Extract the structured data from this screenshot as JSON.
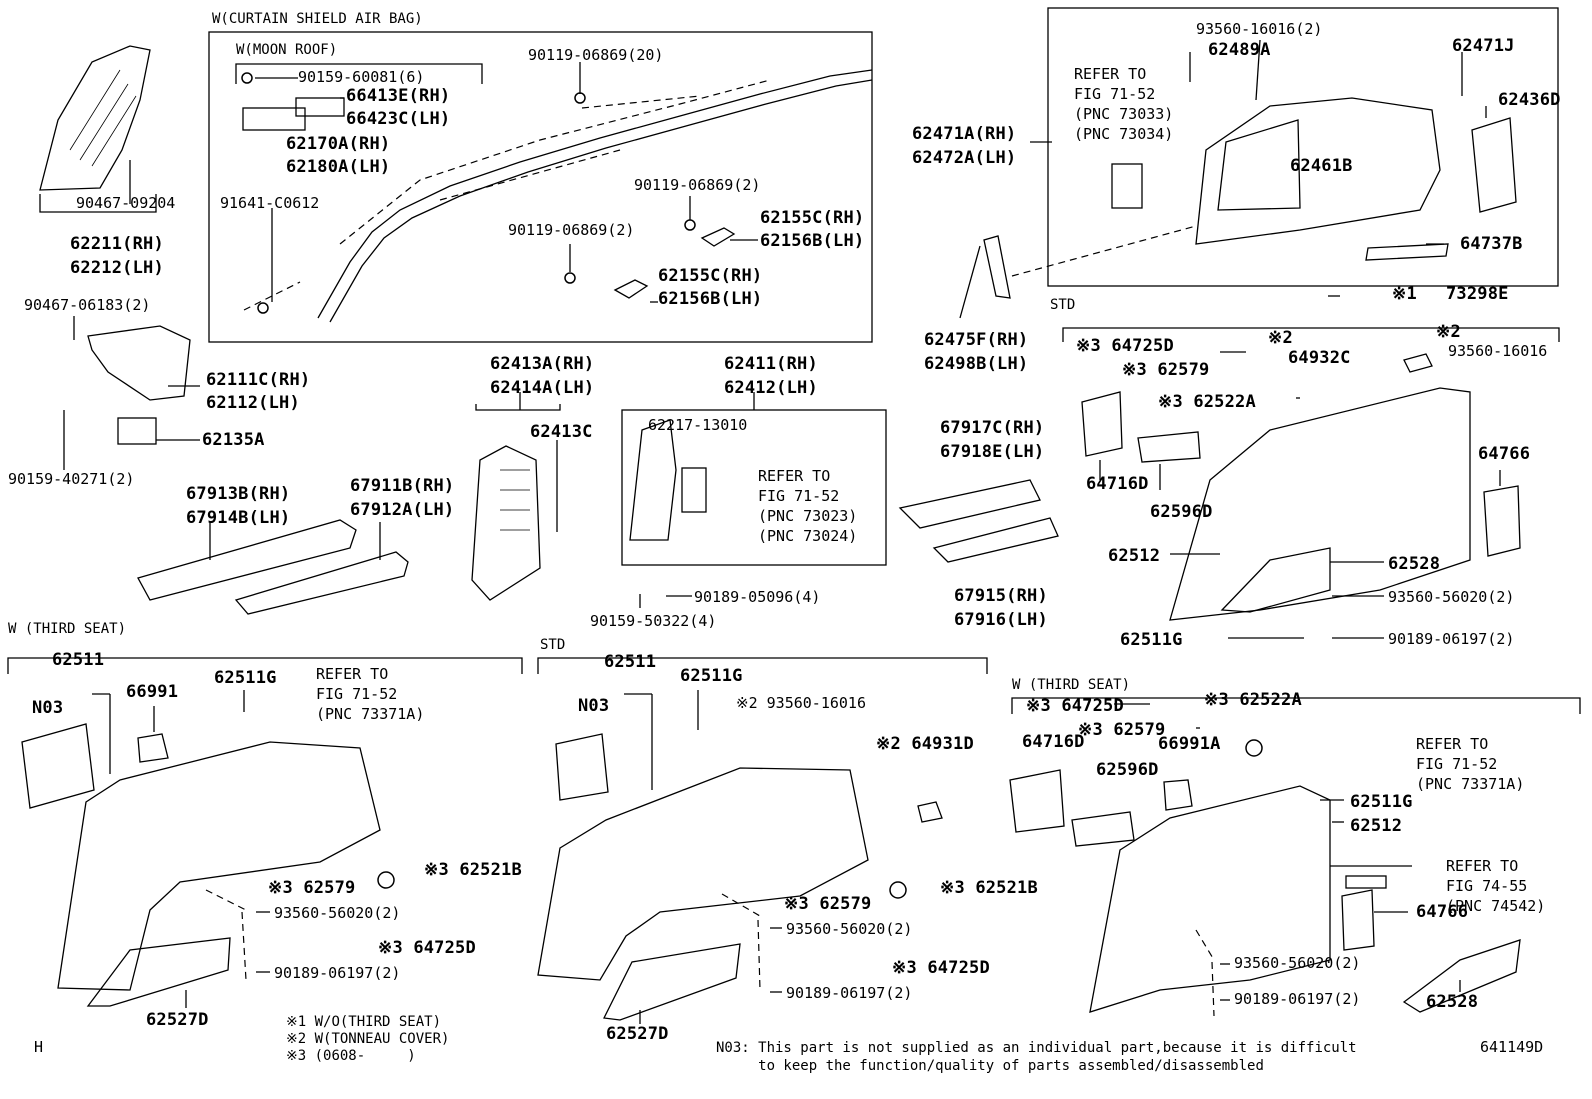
{
  "diagram": {
    "illustration_id": "641149D",
    "corner_mark": "H",
    "sections": {
      "curtain_airbag": "W(CURTAIN SHIELD AIR BAG)",
      "moon_roof": "W(MOON ROOF)",
      "std_top": "STD",
      "third_seat_left": "W (THIRD SEAT)",
      "std_bottom": "STD",
      "third_seat_right": "W (THIRD SEAT)"
    },
    "parts": {
      "p90159_60081": "90159-60081(6)",
      "p66413E": "66413E(RH)",
      "p66423C": "66423C(LH)",
      "p62170A": "62170A(RH)",
      "p62180A": "62180A(LH)",
      "p91641": "91641-C0612",
      "p90119_a": "90119-06869(20)",
      "p90119_b": "90119-06869(2)",
      "p90119_c": "90119-06869(2)",
      "p62155C_a": "62155C(RH)",
      "p62156B_a": "62156B(LH)",
      "p62155C_b": "62155C(RH)",
      "p62156B_b": "62156B(LH)",
      "p90467_09204": "90467-09204",
      "p62211": "62211(RH)",
      "p62212": "62212(LH)",
      "p90467_06183": "90467-06183(2)",
      "p62111C": "62111C(RH)",
      "p62112": "62112(LH)",
      "p62135A": "62135A",
      "p90159_40271": "90159-40271(2)",
      "p67913B": "67913B(RH)",
      "p67914B": "67914B(LH)",
      "p67911B": "67911B(RH)",
      "p67912A": "67912A(LH)",
      "p62413A": "62413A(RH)",
      "p62414A": "62414A(LH)",
      "p62413C": "62413C",
      "p62411": "62411(RH)",
      "p62412": "62412(LH)",
      "p62217": "62217-13010",
      "p90189_05096": "90189-05096(4)",
      "p90159_50322": "90159-50322(4)",
      "p67917C": "67917C(RH)",
      "p67918E": "67918E(LH)",
      "p67915": "67915(RH)",
      "p67916": "67916(LH)",
      "p62471A": "62471A(RH)",
      "p62472A": "62472A(LH)",
      "p62475F": "62475F(RH)",
      "p62498B": "62498B(LH)",
      "p93560_16016_2": "93560-16016(2)",
      "p62489A": "62489A",
      "p62471J": "62471J",
      "p62436D": "62436D",
      "p62461B": "62461B",
      "p64737B": "64737B",
      "p73298E": "73298E",
      "mark1_73298E": "※1",
      "s_64725D": "※3 64725D",
      "s_62579": "※3 62579",
      "s_62522A": "※3 62522A",
      "mark2_a": "※2",
      "p64932C": "64932C",
      "mark2_b": "※2",
      "p93560_16016_top": "93560-16016",
      "p64716D": "64716D",
      "p62596D": "62596D",
      "p64766": "64766",
      "p62512": "62512",
      "p62528": "62528",
      "p93560_56020_top": "93560-56020(2)",
      "p62511G_top": "62511G",
      "p90189_06197_top": "90189-06197(2)",
      "L_62511": "62511",
      "L_N03": "N03",
      "L_66991": "66991",
      "L_62511G": "62511G",
      "L_62579": "※3 62579",
      "L_62521B": "※3 62521B",
      "L_93560_56020": "93560-56020(2)",
      "L_64725D": "※3 64725D",
      "L_90189_06197": "90189-06197(2)",
      "L_62527D": "62527D",
      "M_62511": "62511",
      "M_N03": "N03",
      "M_62511G": "62511G",
      "M_93560_16016": "※2 93560-16016",
      "M_64931D": "※2 64931D",
      "M_62579": "※3 62579",
      "M_62521B": "※3 62521B",
      "M_93560_56020": "93560-56020(2)",
      "M_64725D": "※3 64725D",
      "M_90189_06197": "90189-06197(2)",
      "M_62527D": "62527D",
      "R_64725D": "※3 64725D",
      "R_62522A": "※3 62522A",
      "R_62579": "※3 62579",
      "R_64716D": "64716D",
      "R_66991A": "66991A",
      "R_62596D": "62596D",
      "R_62511G": "62511G",
      "R_62512": "62512",
      "R_64766": "64766",
      "R_93560_56020": "93560-56020(2)",
      "R_90189_06197": "90189-06197(2)",
      "R_62528": "62528"
    },
    "references": {
      "ref_top_right": "REFER TO\nFIG 71-52\n(PNC 73033)\n(PNC 73034)",
      "ref_pillar": "REFER TO\nFIG 71-52\n(PNC 73023)\n(PNC 73024)",
      "ref_third_left": "REFER TO\nFIG 71-52\n(PNC 73371A)",
      "ref_third_right": "REFER TO\nFIG 71-52\n(PNC 73371A)",
      "ref_74_55": "REFER TO\nFIG 74-55\n(PNC 74542)"
    },
    "legend": [
      "※1 W/O(THIRD SEAT)",
      "※2 W(TONNEAU COVER)",
      "※3 (0608-     )"
    ],
    "footnote": [
      "N03: This part is not supplied as an individual part,because it is difficult",
      "     to keep the function/quality of parts assembled/disassembled"
    ]
  }
}
